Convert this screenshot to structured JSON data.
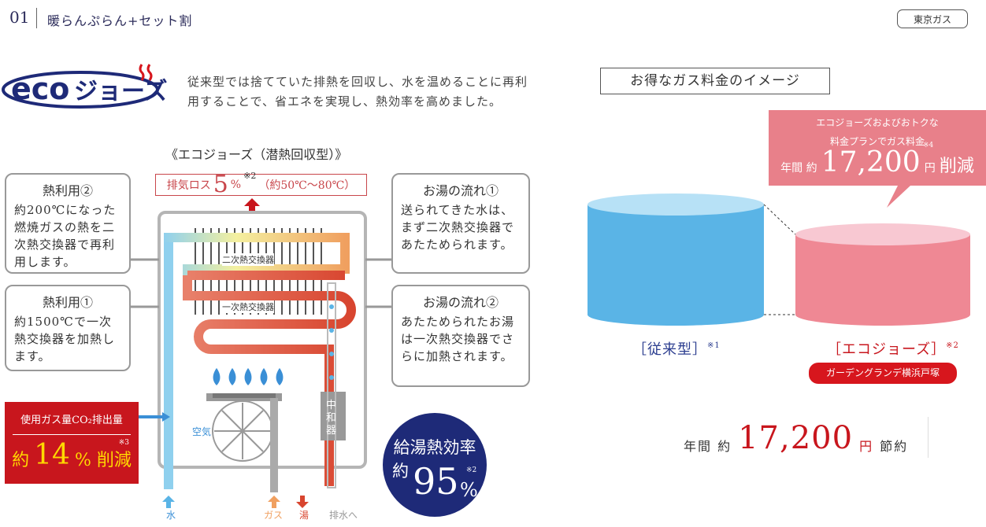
{
  "header": {
    "page_num": "01",
    "title": "暖らんぷらん+セット割",
    "brand": "東京ガス"
  },
  "logo": {
    "text": "eco ジョーズ"
  },
  "description": "従来型では捨てていた排熱を回収し、水を温めることに再利用することで、省エネを実現し、熱効率を高めました。",
  "diagram": {
    "title": "《エコジョーズ（潜熱回収型）》",
    "exhaust": {
      "label": "排気ロス",
      "value": "5",
      "unit": "%",
      "note": "※2",
      "range": "（約50℃～80℃）"
    },
    "heat2": {
      "title": "熱利用②",
      "body": "約200℃になった燃焼ガスの熱を二次熱交換器で再利用します。"
    },
    "heat1": {
      "title": "熱利用①",
      "body": "約1500℃で一次熱交換器を加熱します。"
    },
    "flow1": {
      "title": "お湯の流れ①",
      "body": "送られてきた水は、まず二次熱交換器であたためられます。"
    },
    "flow2": {
      "title": "お湯の流れ②",
      "body": "あたためられたお湯は一次熱交換器でさらに加熱されます。"
    },
    "hx2_label": "二次熱交換器",
    "hx1_label": "一次熱交換器",
    "neutralizer": "中和器",
    "air": "空気",
    "bottom_labels": {
      "water": "水",
      "gas": "ガス",
      "hot": "湯",
      "drain": "排水へ"
    }
  },
  "co2": {
    "label": "使用ガス量CO₂排出量",
    "prefix": "約",
    "value": "14",
    "suffix": "% 削減",
    "note": "※3"
  },
  "efficiency": {
    "line1": "給湯熱効率",
    "prefix": "約",
    "value": "95",
    "unit": "%",
    "note": "※2"
  },
  "right": {
    "title": "お得なガス料金のイメージ",
    "bubble": {
      "line1": "エコジョーズおよびおトクな",
      "line2": "料金プランでガス料金",
      "prefix": "年間 約",
      "value": "17,200",
      "unit": "円",
      "suffix": "削減",
      "note": "※4"
    },
    "legend_conventional": "［従来型］",
    "legend_conventional_note": "※1",
    "legend_eco": "［エコジョーズ］",
    "legend_eco_note": "※2",
    "pill": "ガーデングランデ横浜戸塚",
    "saving": {
      "prefix": "年間 約",
      "value": "17,200",
      "unit": "円",
      "suffix": "節約"
    }
  },
  "colors": {
    "accent_red": "#c8161d",
    "navy": "#1e2a78",
    "blue_cyl": "#5ab4e6",
    "pink_cyl": "#ef8894"
  }
}
